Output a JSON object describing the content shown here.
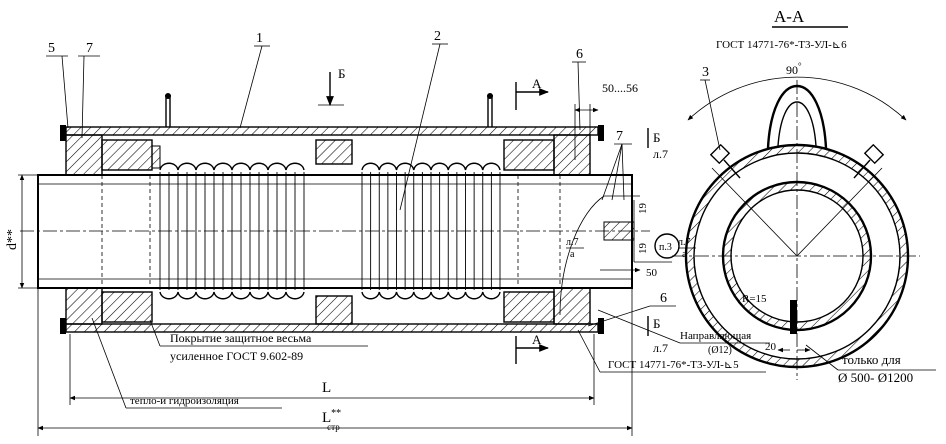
{
  "section_title": "A-A",
  "callouts": {
    "n1": "1",
    "n2": "2",
    "n3": "3",
    "n5": "5",
    "n6_top": "6",
    "n6_bottom": "6",
    "n7_left": "7",
    "n7_right": "7"
  },
  "section_marks": {
    "a_top": "A",
    "a_bottom": "A",
    "b_top": "Б",
    "b_right_top": "Б",
    "b_right_bottom": "Б",
    "sheet_ref_top": "л.7",
    "sheet_ref_bottom": "л.7"
  },
  "dimensions": {
    "diameter": "d**",
    "length": "L",
    "length_structural_main": "L",
    "length_structural_sup": "**",
    "length_structural_sub": "стр",
    "gap_range": "50....56",
    "d50": "50",
    "d19_top": "19",
    "d19_bottom": "19",
    "d20": "20",
    "angle": "90",
    "angle_unit": "°",
    "radius": "R=15"
  },
  "details": {
    "detail_ref": "п.3",
    "weld_ref_left_num": "л.7",
    "weld_ref_left_den": "а",
    "weld_ref_right_num": "л.7",
    "weld_ref_right_den": "а"
  },
  "notes": {
    "weld_standard_top": "ГОСТ 14771-76*-Т3-УЛ-⊾6",
    "weld_standard_bottom": "ГОСТ 14771-76*-Т3-УЛ-⊾5",
    "coating_line1": "Покрытие защитное весьма",
    "coating_line2": "усиленное ГОСТ 9.602-89",
    "insulation": "тепло-и гидроизоляция",
    "guide_label": "Направляющая",
    "guide_size": "(Ø12)",
    "only_for_line1": "только для",
    "only_for_line2": "Ø 500- Ø1200"
  }
}
